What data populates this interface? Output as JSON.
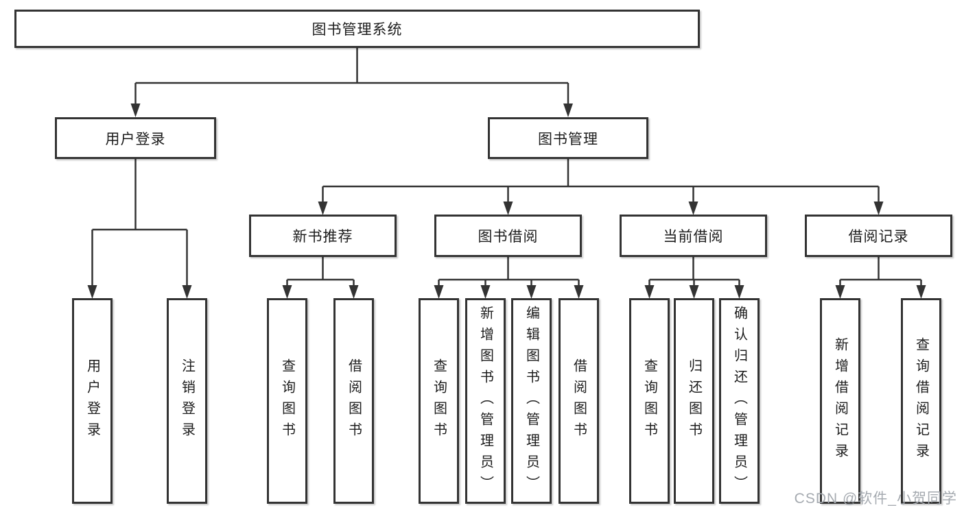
{
  "diagram": {
    "title": "图书管理系统",
    "level2": {
      "user_login": "用户登录",
      "book_mgmt": "图书管理"
    },
    "level3": {
      "new_books": "新书推荐",
      "borrowing": "图书借阅",
      "current_borrow": "当前借阅",
      "borrow_records": "借阅记录"
    },
    "leaves": {
      "user_login": [
        "用户登录",
        "注销登录"
      ],
      "new_books": [
        "查询图书",
        "借阅图书"
      ],
      "borrowing": [
        "查询图书",
        "新增图书（管理员）",
        "编辑图书（管理员）",
        "借阅图书"
      ],
      "current_borrow": [
        "查询图书",
        "归还图书",
        "确认归还（管理员）"
      ],
      "borrow_records": [
        "新增借阅记录",
        "查询借阅记录"
      ]
    }
  },
  "watermark": "CSDN @软件_小贺同学",
  "colors": {
    "line": "#333333",
    "text": "#1c1c1c",
    "watermark": "#a5aab0",
    "background": "#ffffff"
  }
}
